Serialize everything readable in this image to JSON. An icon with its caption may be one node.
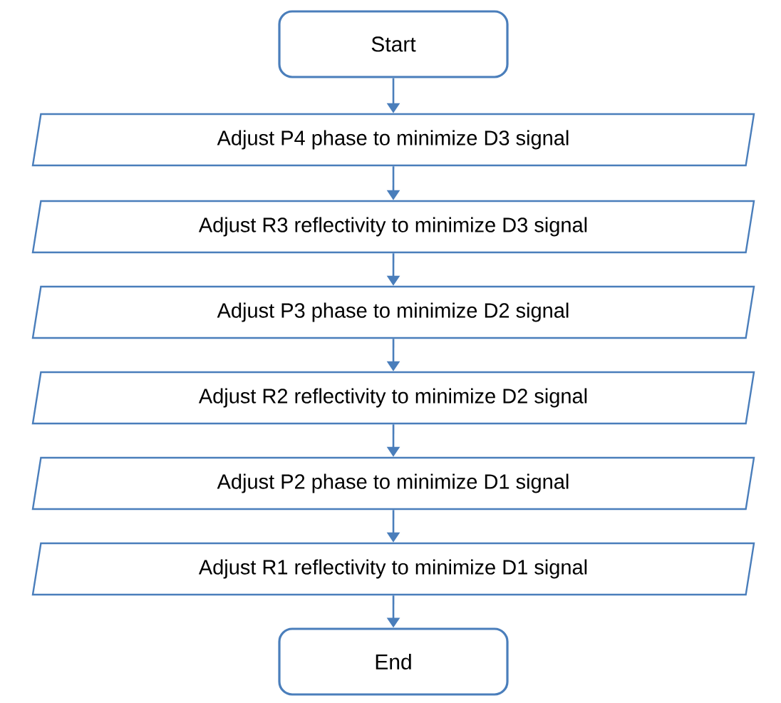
{
  "diagram": {
    "nodes": [
      {
        "text": [
          "Start"
        ]
      },
      {
        "text": [
          "Adjust P4 phase to minimize D3 signal"
        ]
      },
      {
        "text": [
          "Adjust R3 reflectivity to minimize D3 signal"
        ]
      },
      {
        "text": [
          "Adjust P3 phase to minimize D2 signal"
        ]
      },
      {
        "text": [
          "Adjust R2 reflectivity to minimize D2 signal"
        ]
      },
      {
        "text": [
          "Adjust P2 phase to minimize D1 signal"
        ]
      },
      {
        "text": [
          "Adjust R1 reflectivity to minimize D1 signal"
        ]
      },
      {
        "text": [
          "End"
        ]
      }
    ],
    "edges": [
      {
        "from": 0,
        "to": 1,
        "arrow": "to"
      },
      {
        "from": 1,
        "to": 2,
        "arrow": "to"
      },
      {
        "from": 2,
        "to": 3,
        "arrow": "to"
      },
      {
        "from": 3,
        "to": 4,
        "arrow": "to"
      },
      {
        "from": 4,
        "to": 5,
        "arrow": "to"
      },
      {
        "from": 5,
        "to": 6,
        "arrow": "to"
      },
      {
        "from": 6,
        "to": 7,
        "arrow": "to"
      }
    ]
  }
}
